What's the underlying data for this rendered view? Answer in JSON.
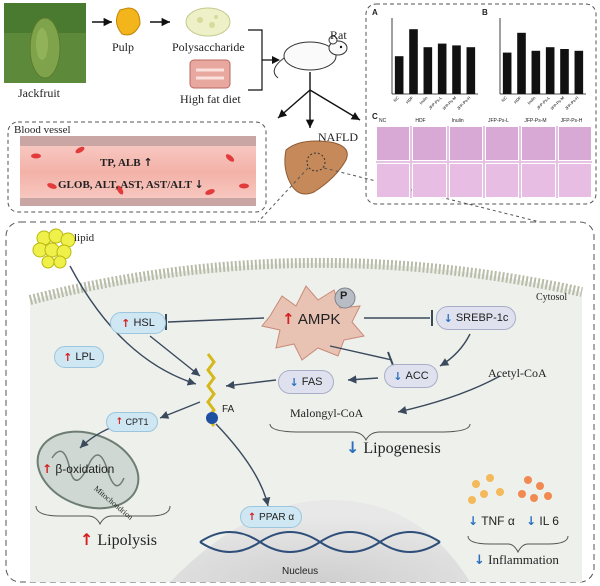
{
  "top": {
    "jackfruit": "Jackfruit",
    "pulp": "Pulp",
    "polysaccharide": "Polysaccharide",
    "high_fat_diet": "High fat diet",
    "rat": "Rat",
    "nafld": "NAFLD"
  },
  "blood_vessel": {
    "title": "Blood vessel",
    "line1": "TP, ALB",
    "line1_arrow": "↑",
    "line2": "GLOB, ALT, AST, AST/ALT",
    "line2_arrow": "↓"
  },
  "panel_charts": {
    "label_a": "A",
    "label_b": "B",
    "label_c": "C",
    "chart_data": [
      {
        "type": "bar",
        "categories": [
          "NC",
          "HDF",
          "Inulin",
          "JFP-Ps-L",
          "JFP-Ps-M",
          "JFP-Ps-H"
        ],
        "values": [
          21,
          36,
          26,
          28,
          27,
          26
        ],
        "ylim": [
          0,
          40
        ]
      },
      {
        "type": "bar",
        "categories": [
          "NC",
          "HDF",
          "Inulin",
          "JFP-Ps-L",
          "JFP-Ps-M",
          "JFP-Ps-H"
        ],
        "values": [
          2.3,
          3.4,
          2.4,
          2.6,
          2.5,
          2.4
        ],
        "ylim": [
          0,
          4
        ]
      }
    ],
    "histology_labels": [
      "NC",
      "HDF",
      "Inulin",
      "JFP-Ps-L",
      "JFP-Ps-M",
      "JFP-Ps-H"
    ]
  },
  "pathway": {
    "lipid": "lipid",
    "cytosol": "Cytosol",
    "ampk": "AMPK",
    "p": "P",
    "hsl": "HSL",
    "srebp": "SREBP-1c",
    "lpl": "LPL",
    "acc": "ACC",
    "fas": "FAS",
    "acetyl": "Acetyl-CoA",
    "malongyl": "Malongyl-CoA",
    "fa": "FA",
    "cpt1": "CPT1",
    "beta_ox": "β-oxidation",
    "mitochondrion": "Mitochondrion",
    "lipogenesis": "Lipogenesis",
    "lipolysis": "Lipolysis",
    "ppar": "PPAR α",
    "nucleus": "Nucleus",
    "tnf": "TNF α",
    "il6": "IL 6",
    "inflammation": "Inflammation",
    "up": "↑",
    "down": "↓"
  }
}
